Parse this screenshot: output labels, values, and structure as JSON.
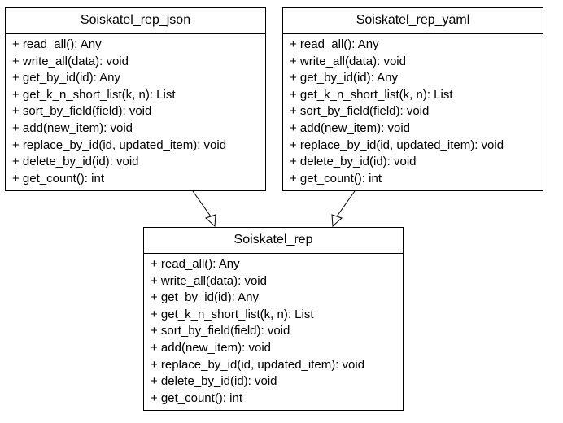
{
  "diagram": {
    "classes": {
      "json": {
        "name": "Soiskatel_rep_json",
        "methods": [
          "+ read_all(): Any",
          "+ write_all(data): void",
          "+ get_by_id(id): Any",
          "+ get_k_n_short_list(k, n): List",
          "+ sort_by_field(field): void",
          "+ add(new_item): void",
          "+ replace_by_id(id, updated_item): void",
          "+ delete_by_id(id): void",
          "+ get_count(): int"
        ]
      },
      "yaml": {
        "name": "Soiskatel_rep_yaml",
        "methods": [
          "+ read_all(): Any",
          "+ write_all(data): void",
          "+ get_by_id(id): Any",
          "+ get_k_n_short_list(k, n): List",
          "+ sort_by_field(field): void",
          "+ add(new_item): void",
          "+ replace_by_id(id, updated_item): void",
          "+ delete_by_id(id): void",
          "+ get_count(): int"
        ]
      },
      "base": {
        "name": "Soiskatel_rep",
        "methods": [
          "+ read_all(): Any",
          "+ write_all(data): void",
          "+ get_by_id(id): Any",
          "+ get_k_n_short_list(k, n): List",
          "+ sort_by_field(field): void",
          "+ add(new_item): void",
          "+ replace_by_id(id, updated_item): void",
          "+ delete_by_id(id): void",
          "+ get_count(): int"
        ]
      }
    },
    "relations": [
      {
        "from": "json",
        "to": "base",
        "type": "inheritance"
      },
      {
        "from": "yaml",
        "to": "base",
        "type": "inheritance"
      }
    ],
    "colors": {
      "line": "#000000",
      "background": "#ffffff"
    }
  }
}
